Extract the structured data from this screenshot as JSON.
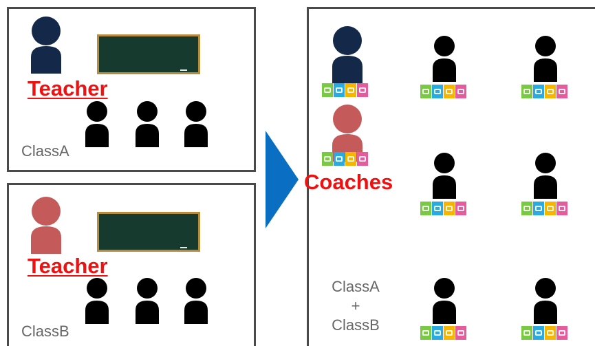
{
  "class_a": {
    "teacher_label": "Teacher",
    "class_label": "ClassA"
  },
  "class_b": {
    "teacher_label": "Teacher",
    "class_label": "ClassB"
  },
  "merged": {
    "coaches_label": "Coaches",
    "merge_line_1": "ClassA",
    "merge_line_2": "+",
    "merge_line_3": "ClassB"
  },
  "colors": {
    "teacher_a": "#14284a",
    "teacher_b": "#c55a5a",
    "student": "#000000",
    "label_red": "#ee1111",
    "arrow": "#0a6fc2",
    "board": "#163a2e",
    "board_frame": "#b88c3a",
    "panel_border": "#4a4a4a",
    "tablet_tiles": [
      "#7ac943",
      "#29abe2",
      "#f7b500",
      "#e65b9c"
    ]
  },
  "icons": {
    "person": "person-silhouette-icon",
    "blackboard": "blackboard-icon",
    "tablet": "tablet-apps-icon",
    "arrow": "right-arrow-icon"
  }
}
